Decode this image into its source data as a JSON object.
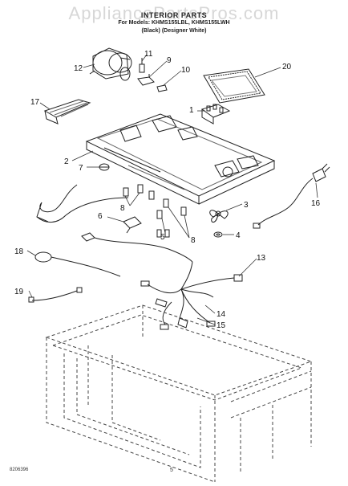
{
  "watermark": "AppliancePartsPros.com",
  "header": {
    "title": "INTERIOR PARTS",
    "models": "For Models: KHMS155LBL, KHMS155LWH",
    "colors": "(Black)    (Designer White)"
  },
  "footer": {
    "doc_number": "8206396",
    "page_number": "5"
  },
  "callouts": [
    "12",
    "11",
    "9",
    "10",
    "20",
    "17",
    "1",
    "2",
    "7",
    "16",
    "3",
    "8",
    "6",
    "4",
    "5",
    "8",
    "18",
    "13",
    "19",
    "14",
    "15"
  ]
}
